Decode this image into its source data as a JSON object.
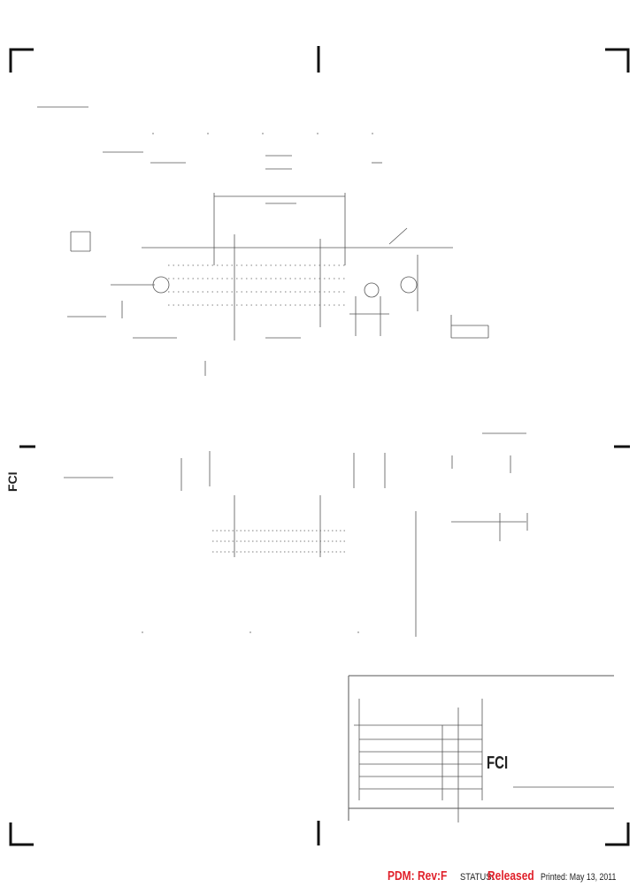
{
  "footer": {
    "pdm": "PDM: Rev:F",
    "status_label": "STATUS:",
    "status_value": "Released",
    "printed": "Printed: May 13, 2011"
  },
  "logos": {
    "side_logo": "FCI",
    "title_block_logo": "FCI"
  },
  "colors": {
    "accent_red": "#e0202a",
    "line": "#222222"
  }
}
